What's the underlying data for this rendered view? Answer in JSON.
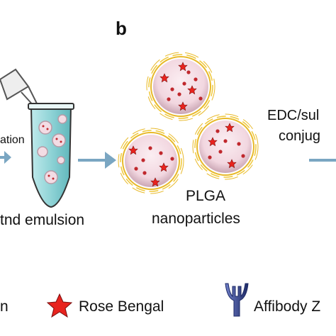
{
  "panel": {
    "label": "b"
  },
  "left": {
    "step_fragment": "ation",
    "emulsion_label": "tnd emulsion"
  },
  "particles": {
    "label_line1": "PLGA",
    "label_line2": "nanoparticles"
  },
  "conjugation": {
    "line1": "EDC/sul",
    "line2": "conjug"
  },
  "legend": {
    "left_fragment": "n",
    "rose_bengal": "Rose Bengal",
    "affibody": "Affibody Z"
  },
  "colors": {
    "arrow": "#7aa6c2",
    "particle_fill": "#f2d7e0",
    "particle_rim": "#e8b92a",
    "star": "#e8231e",
    "tube_liquid": "#8fd3d6",
    "affibody": "#3a4a8c"
  }
}
